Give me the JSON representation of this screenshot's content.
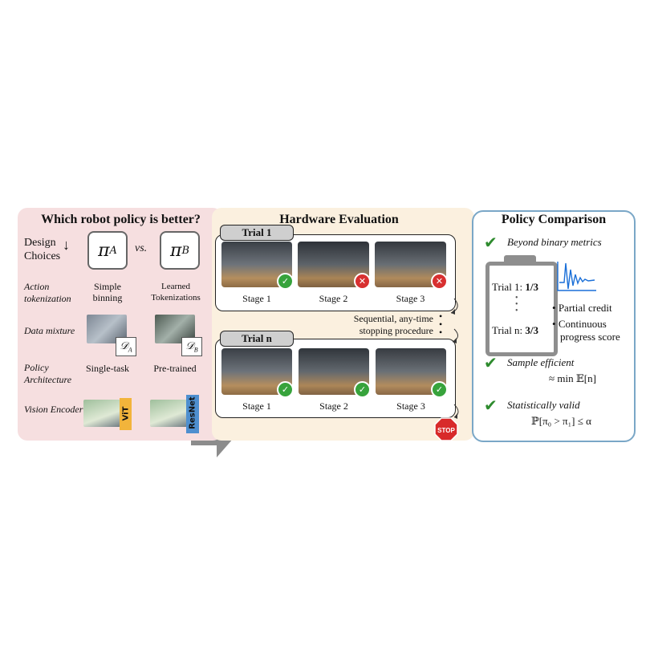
{
  "left": {
    "title": "Which robot policy is better?",
    "design_choices": "Design Choices",
    "arrow_down": "↓",
    "pi_a": "π",
    "pi_a_sub": "A",
    "vs": "vs.",
    "pi_b": "π",
    "pi_b_sub": "B",
    "rows": [
      {
        "label": "Action tokenization",
        "a": "Simple binning",
        "b": "Learned Tokenizations"
      },
      {
        "label": "Data mixture",
        "a_tag": "𝒟",
        "a_sub": "A",
        "b_tag": "𝒟",
        "b_sub": "B"
      },
      {
        "label": "Policy Architecture",
        "a": "Single-task",
        "b": "Pre-trained"
      },
      {
        "label": "Vision Encoder",
        "a_tag": "ViT",
        "b_tag": "ResNet"
      }
    ]
  },
  "middle": {
    "title": "Hardware Evaluation",
    "trial1": {
      "tab": "Trial 1",
      "stages": [
        {
          "label": "Stage 1",
          "result": "ok"
        },
        {
          "label": "Stage 2",
          "result": "bad"
        },
        {
          "label": "Stage 3",
          "result": "bad"
        }
      ]
    },
    "procedure": "Sequential, any-time stopping procedure",
    "trialn": {
      "tab": "Trial n",
      "stages": [
        {
          "label": "Stage 1",
          "result": "ok"
        },
        {
          "label": "Stage 2",
          "result": "ok"
        },
        {
          "label": "Stage 3",
          "result": "ok"
        }
      ]
    },
    "stop": "STOP"
  },
  "right": {
    "title": "Policy Comparison",
    "items": [
      {
        "label": "Beyond binary metrics"
      },
      {
        "label": "Sample efficient",
        "formula": "≈ min 𝔼[n]"
      },
      {
        "label": "Statistically valid",
        "formula": "ℙ[π₀ > π₁] ≤ α"
      }
    ],
    "clipboard": {
      "row1": "Trial 1: ",
      "row1_val": "1/3",
      "rown": "Trial n: ",
      "rown_val": "3/3"
    },
    "bullets": [
      "Partial credit",
      "Continuous progress score"
    ]
  },
  "colors": {
    "left_bg": "#f6dfe0",
    "mid_bg": "#fbf0df",
    "right_border": "#7aa7c7",
    "check": "#2e8b2e",
    "arrow": "#8c8c8c"
  }
}
